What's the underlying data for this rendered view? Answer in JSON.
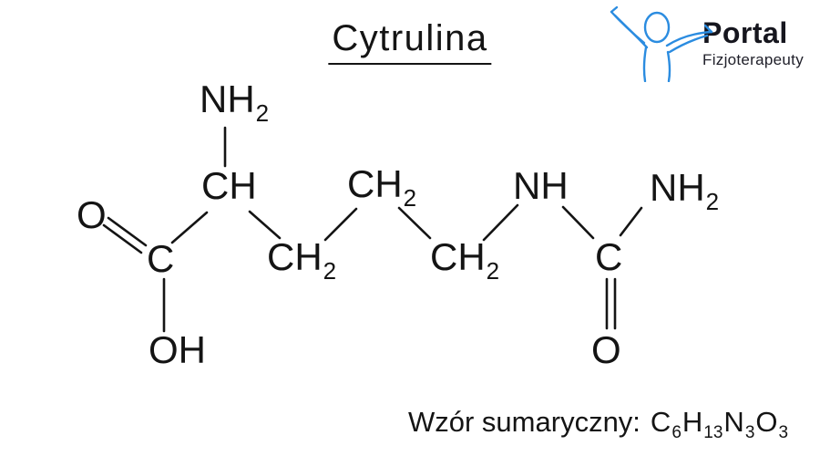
{
  "title": "Cytrulina",
  "logo": {
    "name": "Portal",
    "subtitle": "Fizjoterapeuty",
    "figure_icon": "person-arms-raised-icon",
    "accent_color": "#2b8ce0",
    "text_color": "#16161e"
  },
  "molecule": {
    "name": "Cytrulina",
    "atoms": {
      "amine_top": {
        "main": "NH",
        "sub": "2"
      },
      "ch": {
        "main": "CH"
      },
      "carboxyl_c": {
        "main": "C"
      },
      "carbonyl_o": {
        "main": "O"
      },
      "hydroxyl": {
        "main": "OH"
      },
      "ch2_first": {
        "main": "CH",
        "sub": "2"
      },
      "ch2_second": {
        "main": "CH",
        "sub": "2"
      },
      "ch2_third": {
        "main": "CH",
        "sub": "2"
      },
      "nh": {
        "main": "NH"
      },
      "urea_c": {
        "main": "C"
      },
      "urea_o": {
        "main": "O"
      },
      "amide_nh2": {
        "main": "NH",
        "sub": "2"
      }
    },
    "bonds": [
      {
        "from": "NH2 amine",
        "to": "CH",
        "type": "single"
      },
      {
        "from": "CH",
        "to": "C carboxyl",
        "type": "single"
      },
      {
        "from": "C carboxyl",
        "to": "O",
        "type": "double"
      },
      {
        "from": "C carboxyl",
        "to": "OH",
        "type": "single"
      },
      {
        "from": "CH",
        "to": "CH2 first",
        "type": "single"
      },
      {
        "from": "CH2 first",
        "to": "CH2 second",
        "type": "single"
      },
      {
        "from": "CH2 second",
        "to": "CH2 third",
        "type": "single"
      },
      {
        "from": "CH2 third",
        "to": "NH",
        "type": "single"
      },
      {
        "from": "NH",
        "to": "C urea",
        "type": "single"
      },
      {
        "from": "NH2 amide",
        "to": "C urea",
        "type": "single"
      },
      {
        "from": "C urea",
        "to": "O",
        "type": "double"
      }
    ],
    "ink_color": "#141414"
  },
  "formula": {
    "label": "Wzór sumaryczny:",
    "parts": [
      {
        "t": "C",
        "s": "6"
      },
      {
        "t": "H",
        "s": "13"
      },
      {
        "t": "N",
        "s": "3"
      },
      {
        "t": "O",
        "s": "3"
      }
    ],
    "plain": "C6H13N3O3"
  }
}
